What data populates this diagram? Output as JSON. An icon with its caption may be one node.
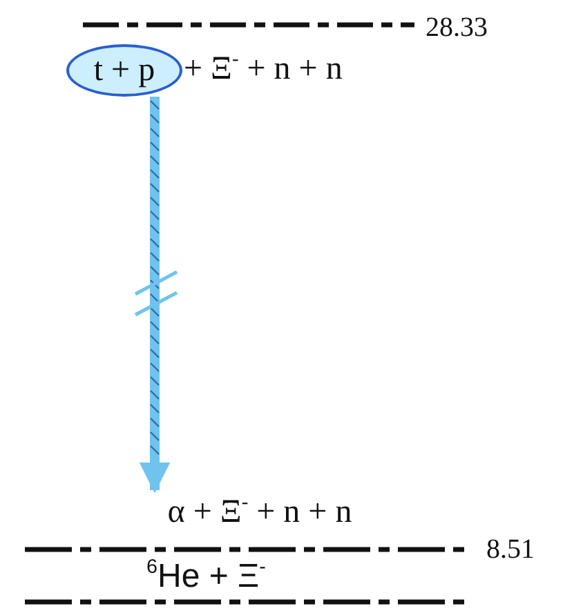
{
  "diagram": {
    "nodes": [
      {
        "text": [
          "t + p"
        ]
      },
      {
        "text": [
          "α + Ξ$^{-}$ + n + n"
        ]
      }
    ],
    "edges": [
      {
        "from": 0,
        "to": 1,
        "arrow": "to"
      }
    ],
    "labels": [
      "28.33",
      "+ Ξ$^{-}$ + n + n",
      "8.51",
      "$^{6}$He + Ξ$^{-}$"
    ]
  }
}
